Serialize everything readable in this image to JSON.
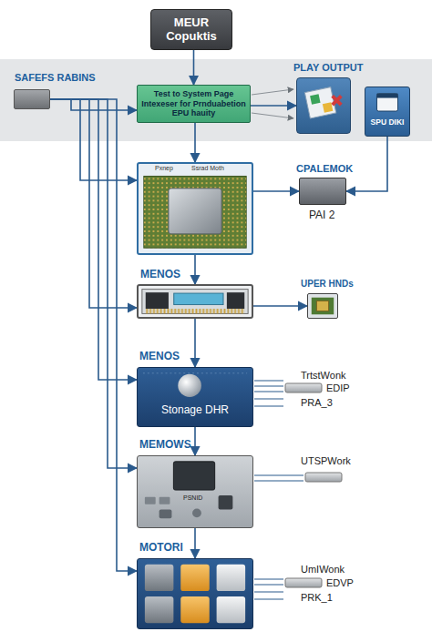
{
  "diagram": {
    "nodes": [
      {
        "text": [
          "MEUR Copuktis"
        ]
      },
      {
        "text": [
          "SAFEFS RABINS"
        ]
      },
      {
        "text": [
          "Test to System Page Intexeser for Prnduabetion EPU hauity"
        ]
      },
      {
        "text": [
          "PLAY OUTPUT"
        ]
      },
      {
        "text": [
          "SPU DIKI"
        ]
      },
      {
        "text": [
          "Pxnep",
          "Ssrad Moth"
        ]
      },
      {
        "text": [
          "CPALEMOK",
          "PAI 2"
        ]
      },
      {
        "text": [
          "MENOS"
        ]
      },
      {
        "text": [
          "UPER HNDs"
        ]
      },
      {
        "text": [
          "MENOS",
          "Stonage DHR"
        ]
      },
      {
        "text": [
          "MEMOWS",
          "PSNID"
        ]
      },
      {
        "text": [
          "MOTORI"
        ]
      }
    ],
    "edges": [
      {
        "from": 0,
        "to": 2,
        "arrow": "to"
      },
      {
        "from": 2,
        "to": 5,
        "arrow": "to"
      },
      {
        "from": 2,
        "to": 3,
        "arrow": "to"
      },
      {
        "from": 4,
        "to": 6,
        "arrow": "to"
      },
      {
        "from": 5,
        "to": 6,
        "arrow": "to"
      },
      {
        "from": 5,
        "to": 7,
        "arrow": "to"
      },
      {
        "from": 7,
        "to": 8,
        "arrow": "to"
      },
      {
        "from": 7,
        "to": 9,
        "arrow": "to"
      },
      {
        "from": 9,
        "to": 10,
        "arrow": "to"
      },
      {
        "from": 10,
        "to": 11,
        "arrow": "to"
      },
      {
        "from": 1,
        "to": 2,
        "arrow": "to"
      },
      {
        "from": 1,
        "to": 5,
        "arrow": "to"
      },
      {
        "from": 1,
        "to": 7,
        "arrow": "to"
      },
      {
        "from": 1,
        "to": 9,
        "arrow": "to"
      },
      {
        "from": 1,
        "to": 10,
        "arrow": "to"
      },
      {
        "from": 1,
        "to": 11,
        "arrow": "to"
      }
    ],
    "labels": [
      "TrtstWonk",
      "EDIP",
      "PRA_3",
      "UTSPWork",
      "UmIWonk",
      "EDVP",
      "PRK_1"
    ]
  }
}
